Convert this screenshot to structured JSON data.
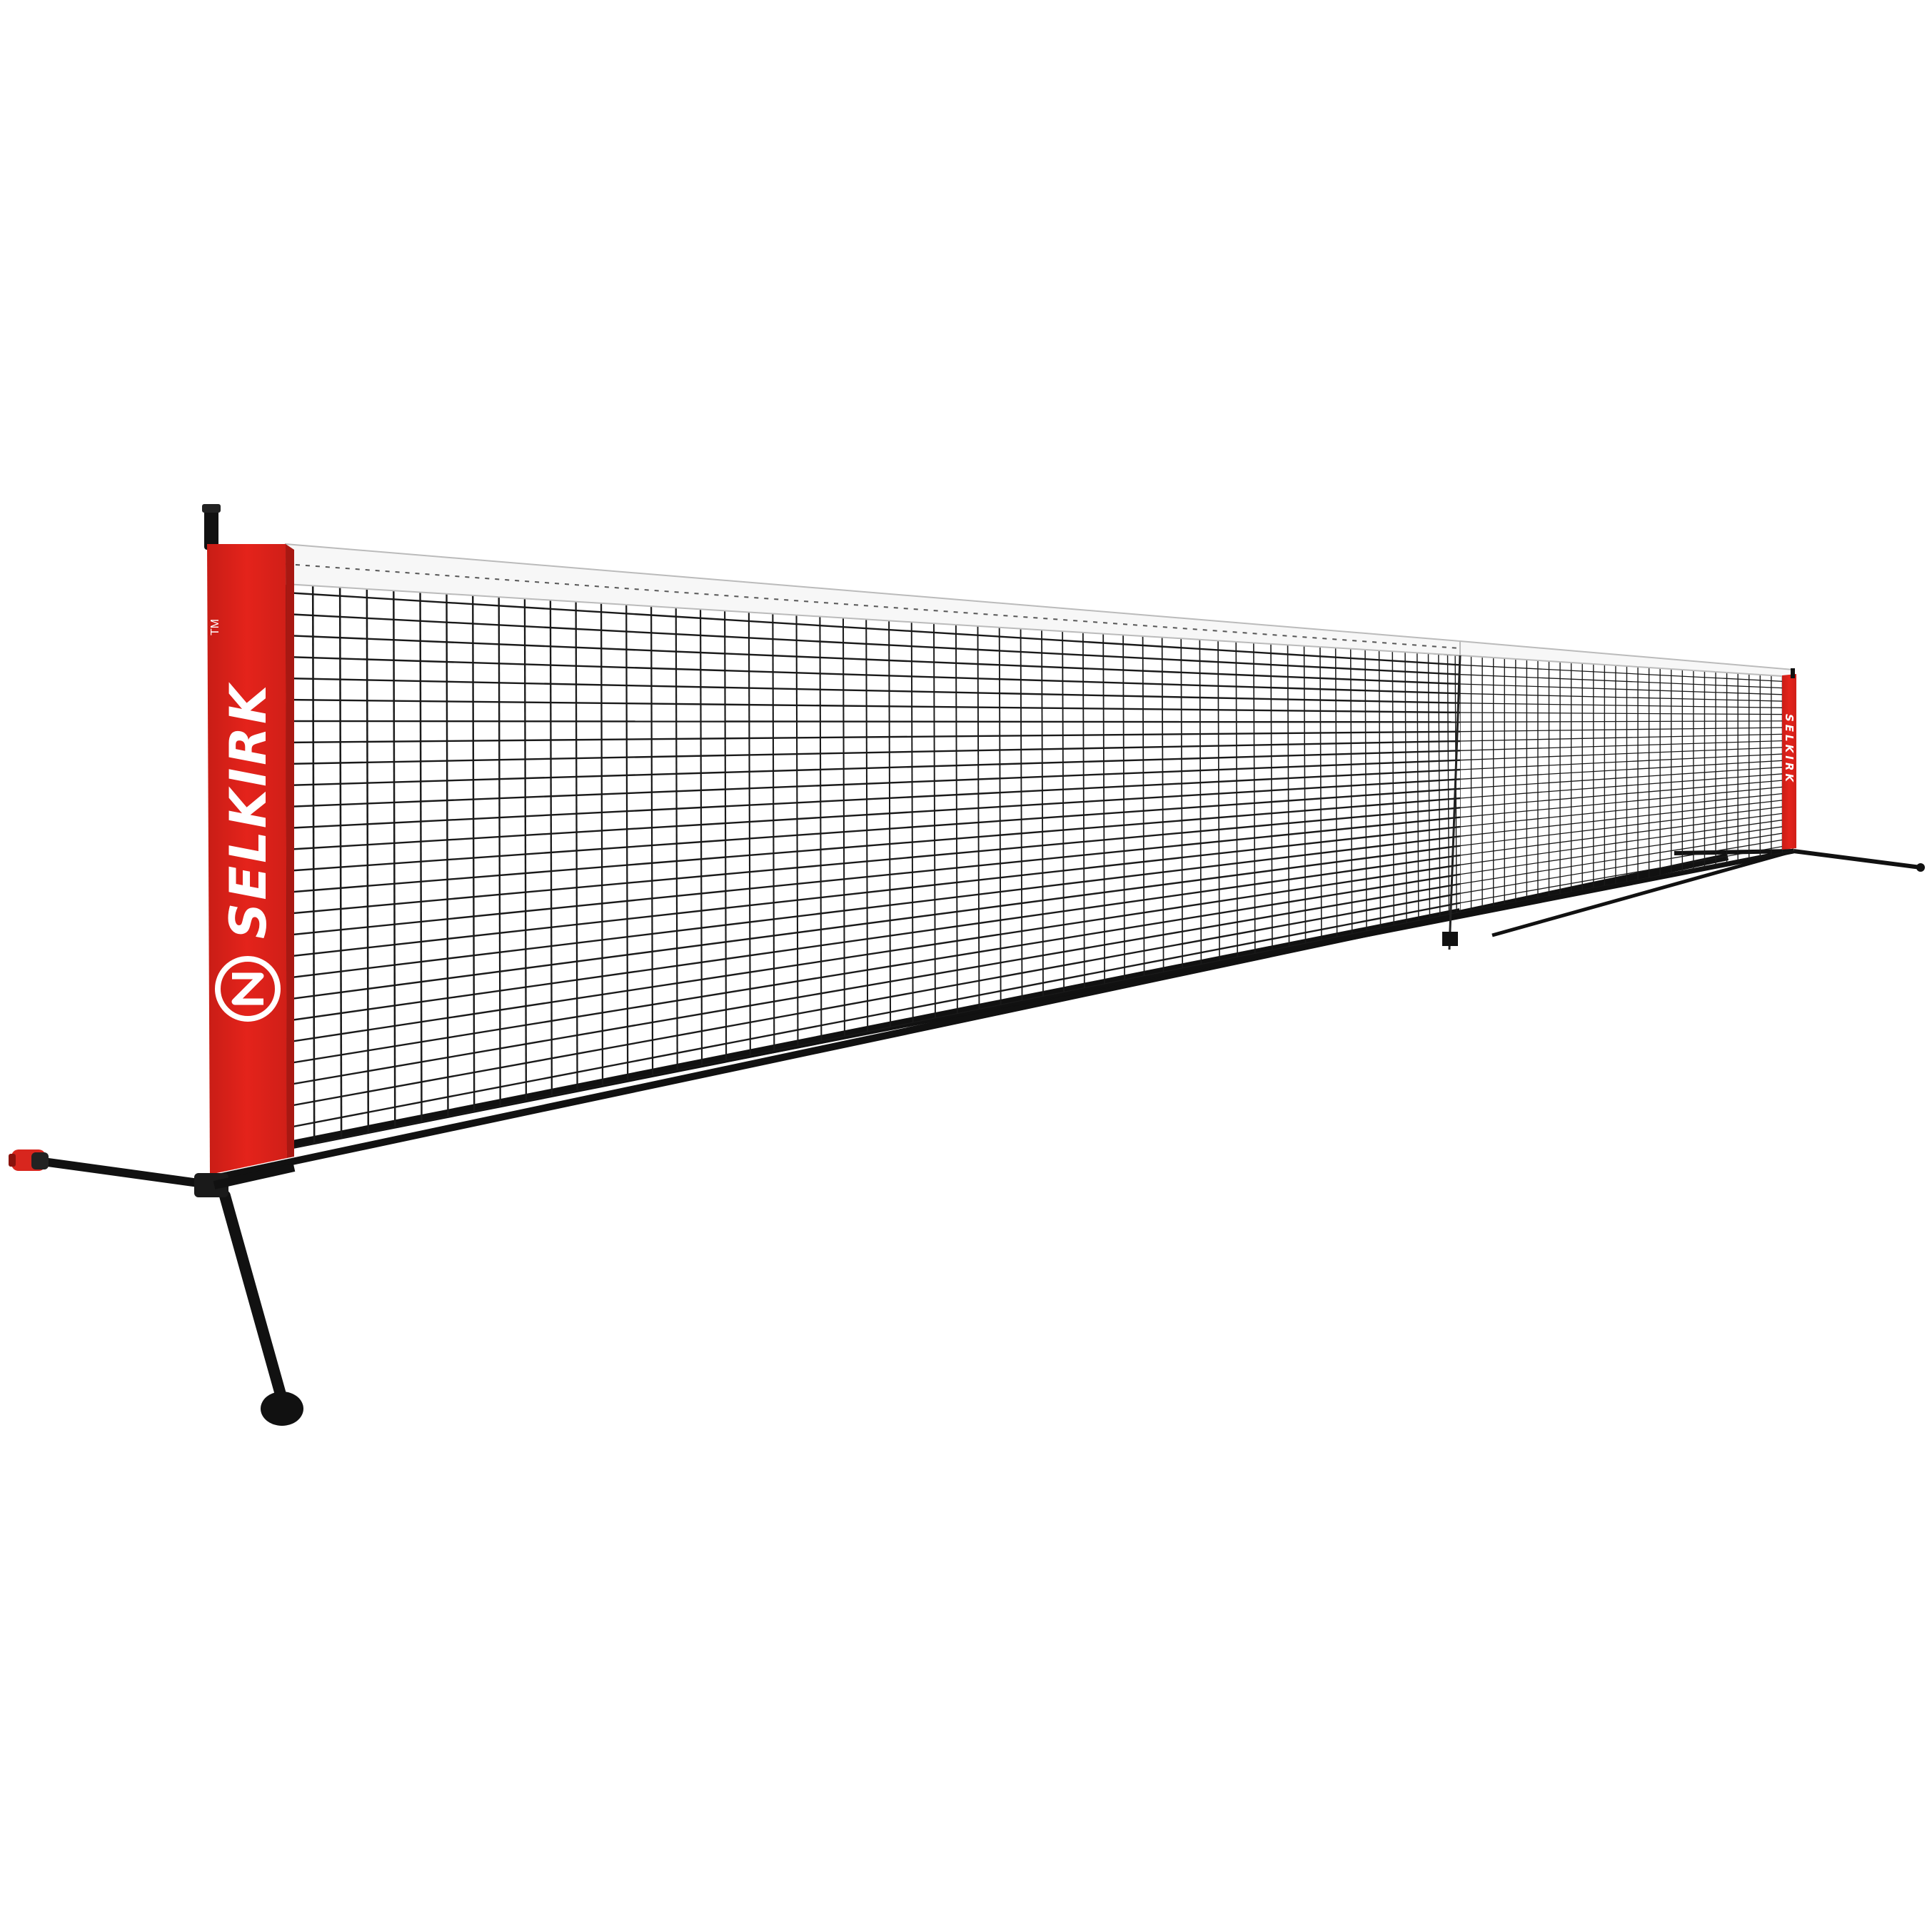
{
  "product": {
    "brand_left": "SELKIRK",
    "brand_right": "SELKIRK",
    "trademark": "TM"
  },
  "colors": {
    "banner_red": "#e4231b",
    "banner_red_dark": "#b91a14",
    "frame_black": "#111111",
    "net_black": "#1a1a1a",
    "tape_white": "#f7f7f7",
    "background": "#ffffff"
  },
  "icons": {
    "logo": "selkirk-s-logo-icon",
    "end_cap": "red-end-cap-icon",
    "foot": "rubber-foot-icon"
  }
}
